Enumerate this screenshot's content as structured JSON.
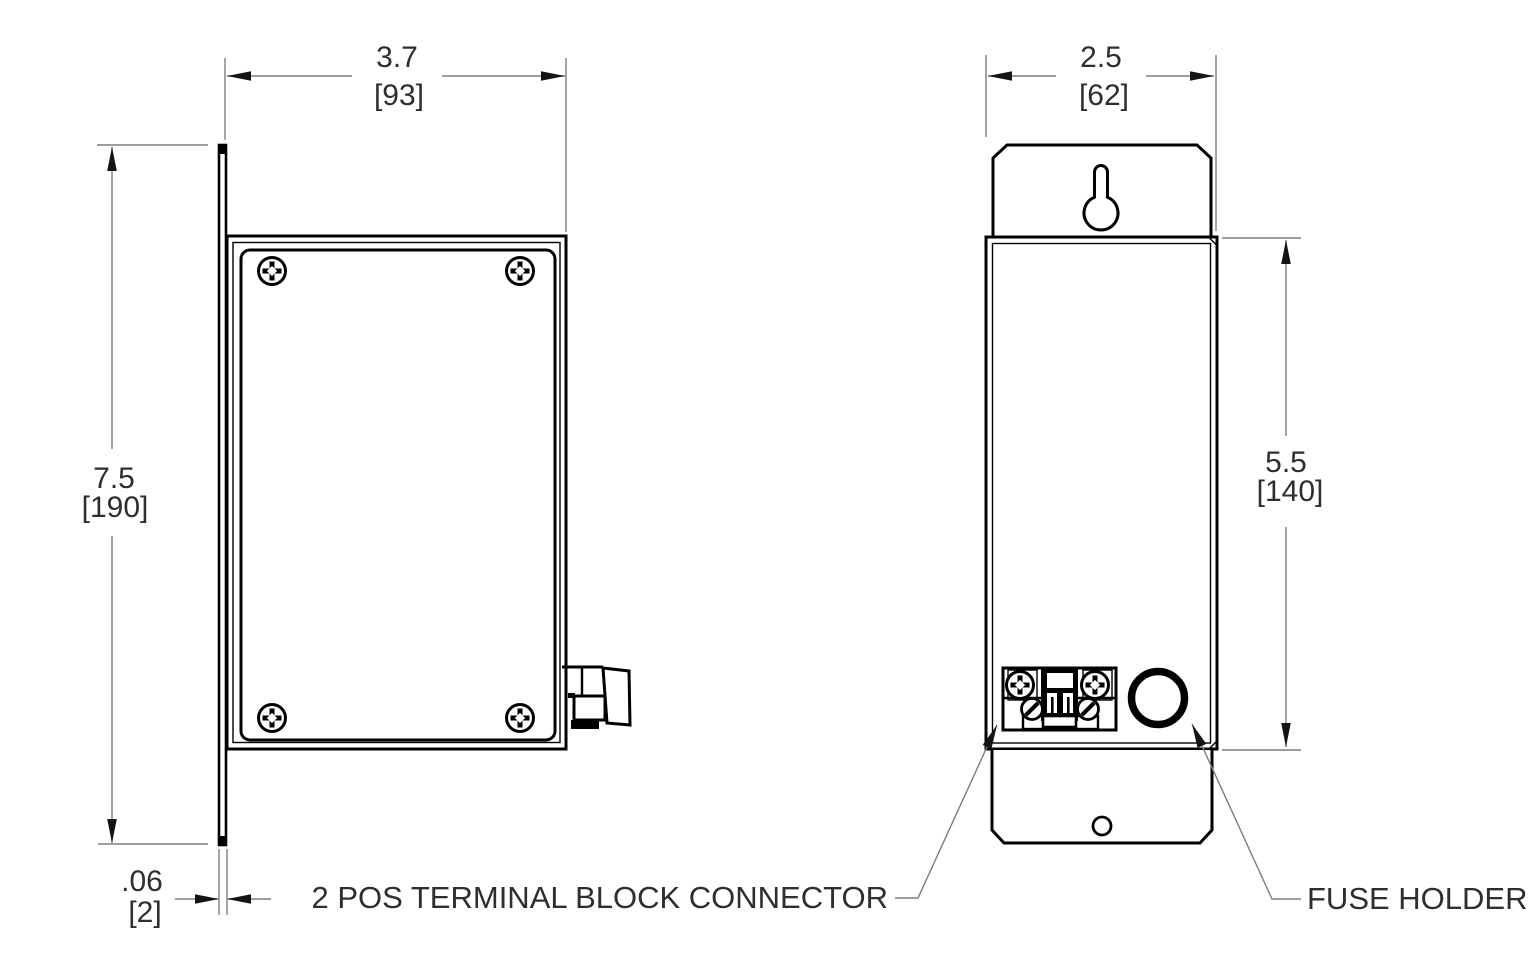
{
  "drawing": {
    "side_view": {
      "dims": {
        "width": {
          "in": "3.7",
          "mm": "[93]"
        },
        "height": {
          "in": "7.5",
          "mm": "[190]"
        },
        "flange_thickness": {
          "in": ".06",
          "mm": "[2]"
        }
      }
    },
    "front_view": {
      "dims": {
        "width": {
          "in": "2.5",
          "mm": "[62]"
        },
        "height": {
          "in": "5.5",
          "mm": "[140]"
        }
      },
      "callouts": {
        "terminal_block": "2 POS TERMINAL BLOCK CONNECTOR",
        "fuse_holder": "FUSE HOLDER"
      }
    },
    "colors": {
      "background": "#ffffff",
      "part_outline": "#000000",
      "dimension_lines": "#7d7d7d",
      "text": "#2e2e2e"
    }
  }
}
